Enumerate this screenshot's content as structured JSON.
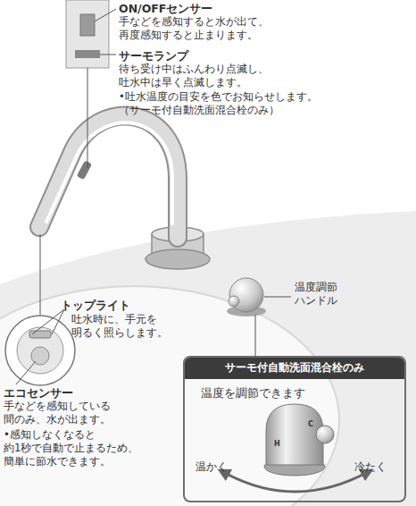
{
  "diagram": {
    "nodes": [
      {
        "text": [
          "温度を調節できます",
          "温かく",
          "冷たく"
        ]
      },
      {
        "text": [
          "サーモ付自動洗面混合栓のみ"
        ],
        "in": 0
      }
    ],
    "labels": [
      "ON/OFFセンサー",
      "手などを感知すると水が出て、",
      "再度感知すると止まります。",
      "サーモランプ",
      "待ち受け中はふんわり点滅し、",
      "吐水中は早く点滅します。",
      "•吐水温度の目安を色でお知らせします。",
      "（サーモ付自動洗面混合栓のみ）",
      "トップライト",
      "吐水時に、手元を",
      "明るく照らします。",
      "エコセンサー",
      "手などを感知している",
      "間のみ、水が出ます。",
      "•感知しなくなると",
      "約1秒で自動で止まるため、",
      "簡単に節水できます。",
      "温度調節",
      "ハンドル",
      "H",
      "C"
    ]
  }
}
